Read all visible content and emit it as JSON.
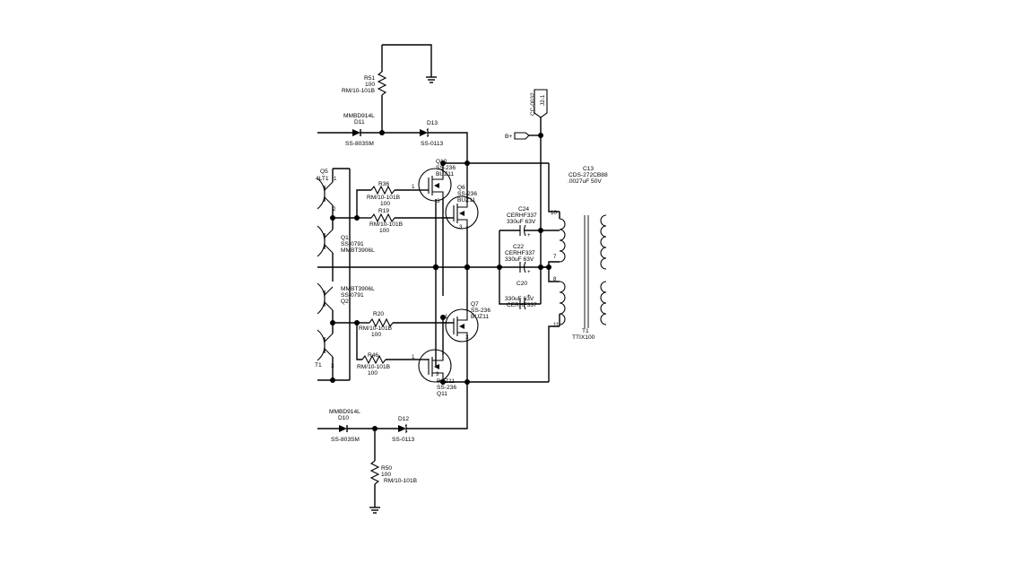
{
  "components": {
    "r51": {
      "ref": "R51",
      "value": "100",
      "part": "RM/10-101B"
    },
    "r50": {
      "ref": "R50",
      "value": "100",
      "part": "RM/10-101B"
    },
    "r36": {
      "ref": "R36",
      "value": "100",
      "part": "RM/10-101B"
    },
    "r19": {
      "ref": "R19",
      "value": "100",
      "part": "RM/10-101B"
    },
    "r20": {
      "ref": "R20",
      "value": "100",
      "part": "RM/10-101B"
    },
    "r46": {
      "ref": "R46",
      "value": "100",
      "part": "RM/10-101B"
    },
    "d11": {
      "ref": "D11",
      "part": "MMBD914L",
      "code": "SS-803SM"
    },
    "d10": {
      "ref": "D10",
      "part": "MMBD914L",
      "code": "SS-803SM"
    },
    "d13": {
      "ref": "D13",
      "code": "SS-0113"
    },
    "d12": {
      "ref": "D12",
      "code": "SS-0113"
    },
    "q10": {
      "ref": "Q10",
      "code": "SS-236",
      "part": "BUZ11"
    },
    "q6": {
      "ref": "Q6",
      "code": "SS-236",
      "part": "BUZ11"
    },
    "q7": {
      "ref": "Q7",
      "code": "SS-236",
      "part": "BUZ11"
    },
    "q11": {
      "ref": "Q11",
      "code": "SS-236",
      "part": "BUZ11"
    },
    "q5": {
      "ref": "Q5",
      "part": "4LT1"
    },
    "q1": {
      "ref": "Q1",
      "code": "SS-0791",
      "part": "MMBT3906L"
    },
    "q2": {
      "ref": "Q2",
      "code": "SS-0791",
      "part": "MMBT3906L"
    },
    "qt1": {
      "part": "T1"
    },
    "c24": {
      "ref": "C24",
      "part": "CERHF337",
      "value": "330uF 63V"
    },
    "c22": {
      "ref": "C22",
      "part": "CERHF337",
      "value": "330uF 63V"
    },
    "c20": {
      "ref": "C20",
      "part": "CERHF337",
      "value": "330uF 63V"
    },
    "c13": {
      "ref": "C13",
      "code": "CDS-272CB88",
      "value": ".0027uF 50V"
    },
    "t1": {
      "ref": "T1",
      "part": "TTIX100"
    },
    "connector": {
      "code": "CC-0032",
      "ref": "J2-1"
    },
    "bplus": {
      "label": "B+"
    }
  },
  "pins": {
    "one": "1",
    "two": "2",
    "three": "3",
    "t10": "10",
    "t7": "7",
    "t8": "8",
    "t11": "11",
    "plus": "+"
  }
}
